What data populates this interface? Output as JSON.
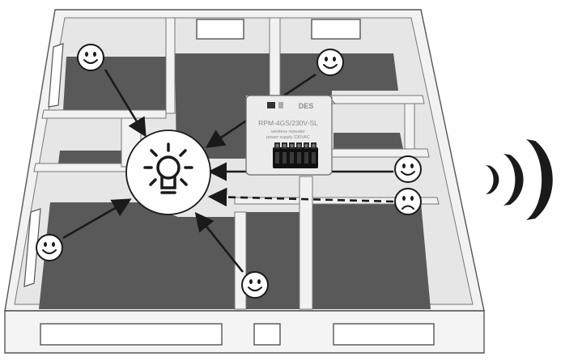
{
  "device": {
    "model": "RPM-4GS/230V-SL",
    "line1": "wireless repeater",
    "line2": "power supply 230VAC",
    "brand_mark": "DES",
    "terminal_count": 6
  },
  "central_node": {
    "icon": "light-bulb-icon"
  },
  "signal": {
    "icon": "wireless-waves-icon",
    "arc_count": 3
  },
  "sensors": [
    {
      "id": "top-left",
      "mood": "happy",
      "link": "direct"
    },
    {
      "id": "top-right",
      "mood": "happy",
      "link": "direct"
    },
    {
      "id": "right-upper",
      "mood": "happy",
      "link": "via-repeater"
    },
    {
      "id": "right-lower",
      "mood": "sad",
      "link": "dashed"
    },
    {
      "id": "left",
      "mood": "happy",
      "link": "direct"
    },
    {
      "id": "bottom",
      "mood": "happy",
      "link": "direct"
    }
  ],
  "colors": {
    "wall_face": "#f2f2f2",
    "wall_side": "#d9d9d9",
    "floor": "#595959",
    "outline": "#1a1a1a",
    "device_body": "#ececec"
  }
}
